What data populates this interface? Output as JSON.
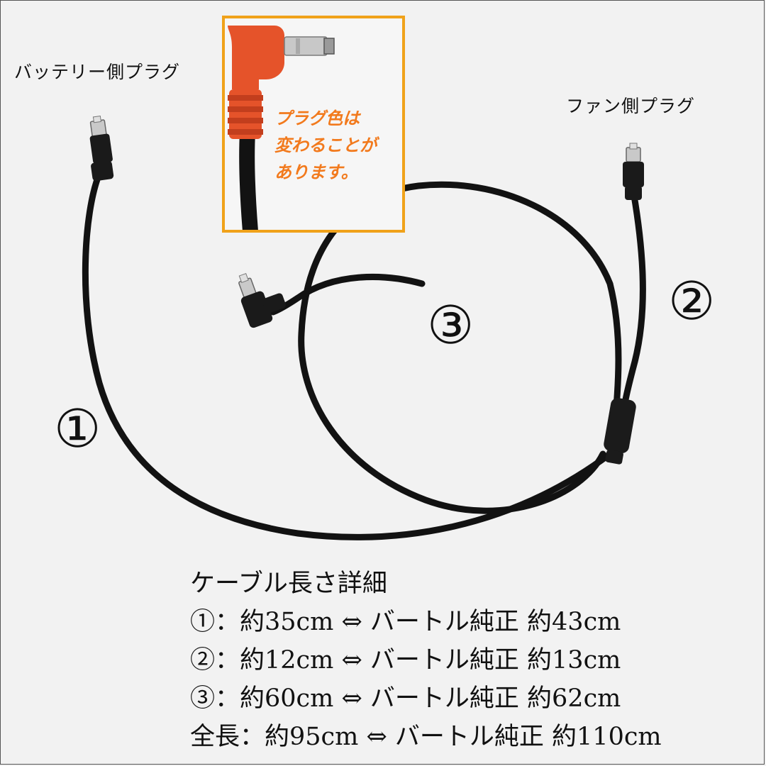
{
  "plug_labels": {
    "battery": "バッテリー側プラグ",
    "fan": "ファン側プラグ"
  },
  "segment_labels": {
    "seg1": "①",
    "seg2": "②",
    "seg3": "③"
  },
  "inset": {
    "note_lines": [
      "プラグ色は",
      "変わることが",
      "あります。"
    ],
    "border_color": "#f0a21a",
    "note_color": "#f27a1d",
    "plug_color": "#e5532a"
  },
  "details": {
    "title": "ケーブル長さ詳細",
    "lines": [
      "①：約35cm ⇔ バートル純正 約43cm",
      "②：約12cm ⇔ バートル純正 約13cm",
      "③：約60cm ⇔ バートル純正 約62cm",
      "全長：約95cm ⇔ バートル純正 約110cm"
    ]
  }
}
